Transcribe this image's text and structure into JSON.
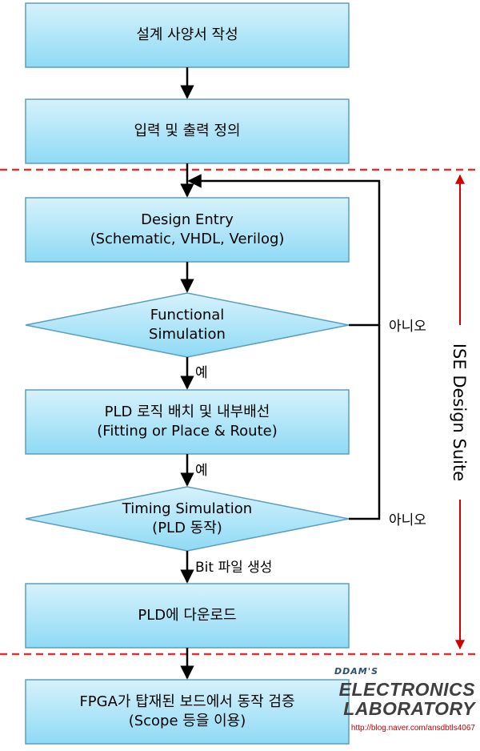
{
  "steps": {
    "spec": "설계 사양서 작성",
    "io": "입력 및 출력 정의",
    "entry_1": "Design Entry",
    "entry_2": "(Schematic, VHDL, Verilog)",
    "func_1": "Functional",
    "func_2": "Simulation",
    "pld_1": "PLD 로직 배치 및 내부배선",
    "pld_2": "(Fitting or Place & Route)",
    "timing_1": "Timing Simulation",
    "timing_2": "(PLD 동작)",
    "download": "PLD에 다운로드",
    "verify_1": "FPGA가 탑재된 보드에서 동작 검증",
    "verify_2": "(Scope 등을 이용)"
  },
  "labels": {
    "yes_1": "예",
    "yes_2": "예",
    "no_1": "아니오",
    "no_2": "아니오",
    "bitfile": "Bit 파일 생성",
    "suite": "ISE Design Suite"
  },
  "logo": {
    "top": "DDAM'S",
    "line1": "ELECTRONICS",
    "line2": "LABORATORY",
    "url": "http://blog.naver.com/ansdbtls4067"
  },
  "colors": {
    "box_top": "#d6f2fb",
    "box_bottom": "#8fdaf5",
    "box_border": "#5a9ebf",
    "dashed_line": "#e03030"
  }
}
